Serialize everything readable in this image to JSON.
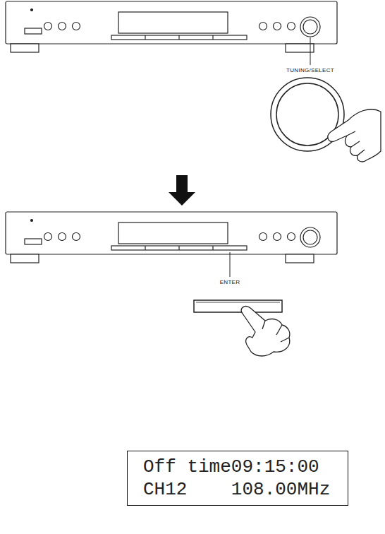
{
  "diagram": {
    "nodes": [
      {
        "text": [
          "Off time09:15:00",
          "CH12    108.00MHz"
        ]
      }
    ],
    "labels": [
      "TUNING/SELECT",
      "ENTER"
    ]
  }
}
